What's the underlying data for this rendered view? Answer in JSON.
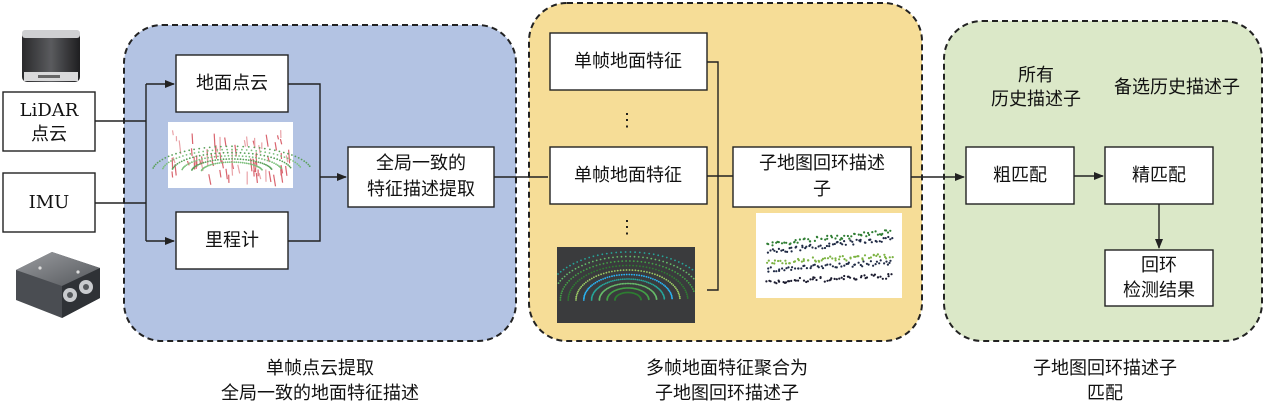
{
  "inputs": {
    "lidar": [
      "LiDAR",
      "点云"
    ],
    "imu": "IMU"
  },
  "panel1": {
    "ground_cloud": "地面点云",
    "odometer": "里程计",
    "global_desc": [
      "全局一致的",
      "特征描述提取"
    ],
    "caption": [
      "单帧点云提取",
      "全局一致的地面特征描述"
    ]
  },
  "panel2": {
    "frame_feature_1": "单帧地面特征",
    "frame_feature_2": "单帧地面特征",
    "ellipsis_1": "⋮",
    "ellipsis_2": "⋮",
    "submap_desc": [
      "子地图回环描述",
      "子"
    ],
    "caption": [
      "多帧地面特征聚合为",
      "子地图回环描述子"
    ]
  },
  "panel3": {
    "all_history": [
      "所有",
      "历史描述子"
    ],
    "candidate_history": "备选历史描述子",
    "coarse_match": "粗匹配",
    "fine_match": "精匹配",
    "loop_result": [
      "回环",
      "检测结果"
    ],
    "caption": [
      "子地图回环描述子",
      "匹配"
    ]
  },
  "colors": {
    "panel1_fill": "#b3c3e3",
    "panel2_fill": "#f6dd97",
    "panel3_fill": "#dbe8c8",
    "border": "#222222"
  },
  "icons": [
    "lidar-sensor-icon",
    "imu-device-icon",
    "ground-pointcloud-image",
    "frame-pointcloud-image",
    "submap-pointcloud-image"
  ]
}
